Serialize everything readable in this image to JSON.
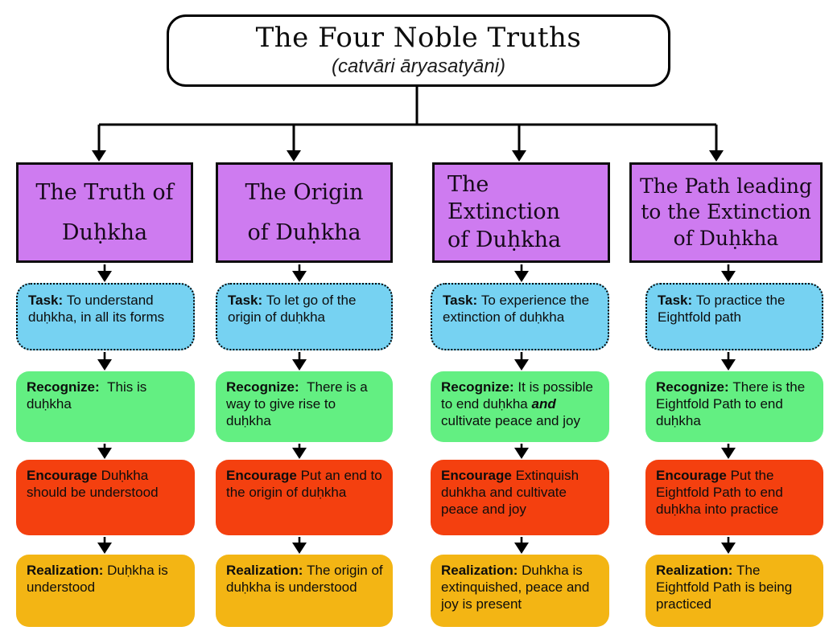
{
  "diagram": {
    "title": "The Four Noble Truths",
    "subtitle": "(catvāri āryasatyāni)"
  },
  "colors": {
    "heading_fill": "#ce7bf0",
    "task_fill": "#76d2f2",
    "recognize_fill": "#63ef82",
    "encourage_fill": "#f4400f",
    "realization_fill": "#f3b514",
    "line_color": "#000000"
  },
  "columns": [
    {
      "heading_lines": [
        "The Truth of",
        "Duḥkha"
      ],
      "task": [
        {
          "text": "Task: ",
          "bold": true
        },
        {
          "text": "To understand duḥkha, in all its forms"
        }
      ],
      "recognize": [
        {
          "text": "Recognize:  ",
          "bold": true
        },
        {
          "text": "This is duḥkha"
        }
      ],
      "encourage": [
        {
          "text": "Encourage ",
          "bold": true
        },
        {
          "text": "Duḥkha should be understood"
        }
      ],
      "realization": [
        {
          "text": "Realization: ",
          "bold": true
        },
        {
          "text": "Duḥkha is understood"
        }
      ]
    },
    {
      "heading_lines": [
        "The Origin",
        "of Duḥkha"
      ],
      "task": [
        {
          "text": "Task: ",
          "bold": true
        },
        {
          "text": "To let go of the origin of duḥkha"
        }
      ],
      "recognize": [
        {
          "text": "Recognize:  ",
          "bold": true
        },
        {
          "text": "There is a way to give rise to duḥkha"
        }
      ],
      "encourage": [
        {
          "text": "Encourage ",
          "bold": true
        },
        {
          "text": "Put an end to the origin of duḥkha"
        }
      ],
      "realization": [
        {
          "text": "Realization: ",
          "bold": true
        },
        {
          "text": "The origin of duḥkha is understood"
        }
      ]
    },
    {
      "heading_lines": [
        "The",
        "Extinction",
        "of Duḥkha"
      ],
      "task": [
        {
          "text": "Task: ",
          "bold": true
        },
        {
          "text": "To experience the extinction of duḥkha"
        }
      ],
      "recognize": [
        {
          "text": "Recognize: ",
          "bold": true
        },
        {
          "text": "It is possible to end duḥkha "
        },
        {
          "text": "and",
          "bold": true,
          "italic": true
        },
        {
          "text": " cultivate peace and joy"
        }
      ],
      "encourage": [
        {
          "text": "Encourage ",
          "bold": true
        },
        {
          "text": "Extinquish duhkha and cultivate peace and joy"
        }
      ],
      "realization": [
        {
          "text": "Realization: ",
          "bold": true
        },
        {
          "text": "Duhkha is extinquished, peace and joy is present"
        }
      ]
    },
    {
      "heading_lines": [
        "The Path leading",
        "to the Extinction",
        "of Duḥkha"
      ],
      "task": [
        {
          "text": "Task: ",
          "bold": true
        },
        {
          "text": "To practice the Eightfold path"
        }
      ],
      "recognize": [
        {
          "text": "Recognize: ",
          "bold": true
        },
        {
          "text": "There is the Eightfold Path to end duḥkha"
        }
      ],
      "encourage": [
        {
          "text": "Encourage ",
          "bold": true
        },
        {
          "text": "Put the Eightfold Path to end duḥkha into practice"
        }
      ],
      "realization": [
        {
          "text": "Realization: ",
          "bold": true
        },
        {
          "text": "The Eightfold Path is being practiced"
        }
      ]
    }
  ]
}
